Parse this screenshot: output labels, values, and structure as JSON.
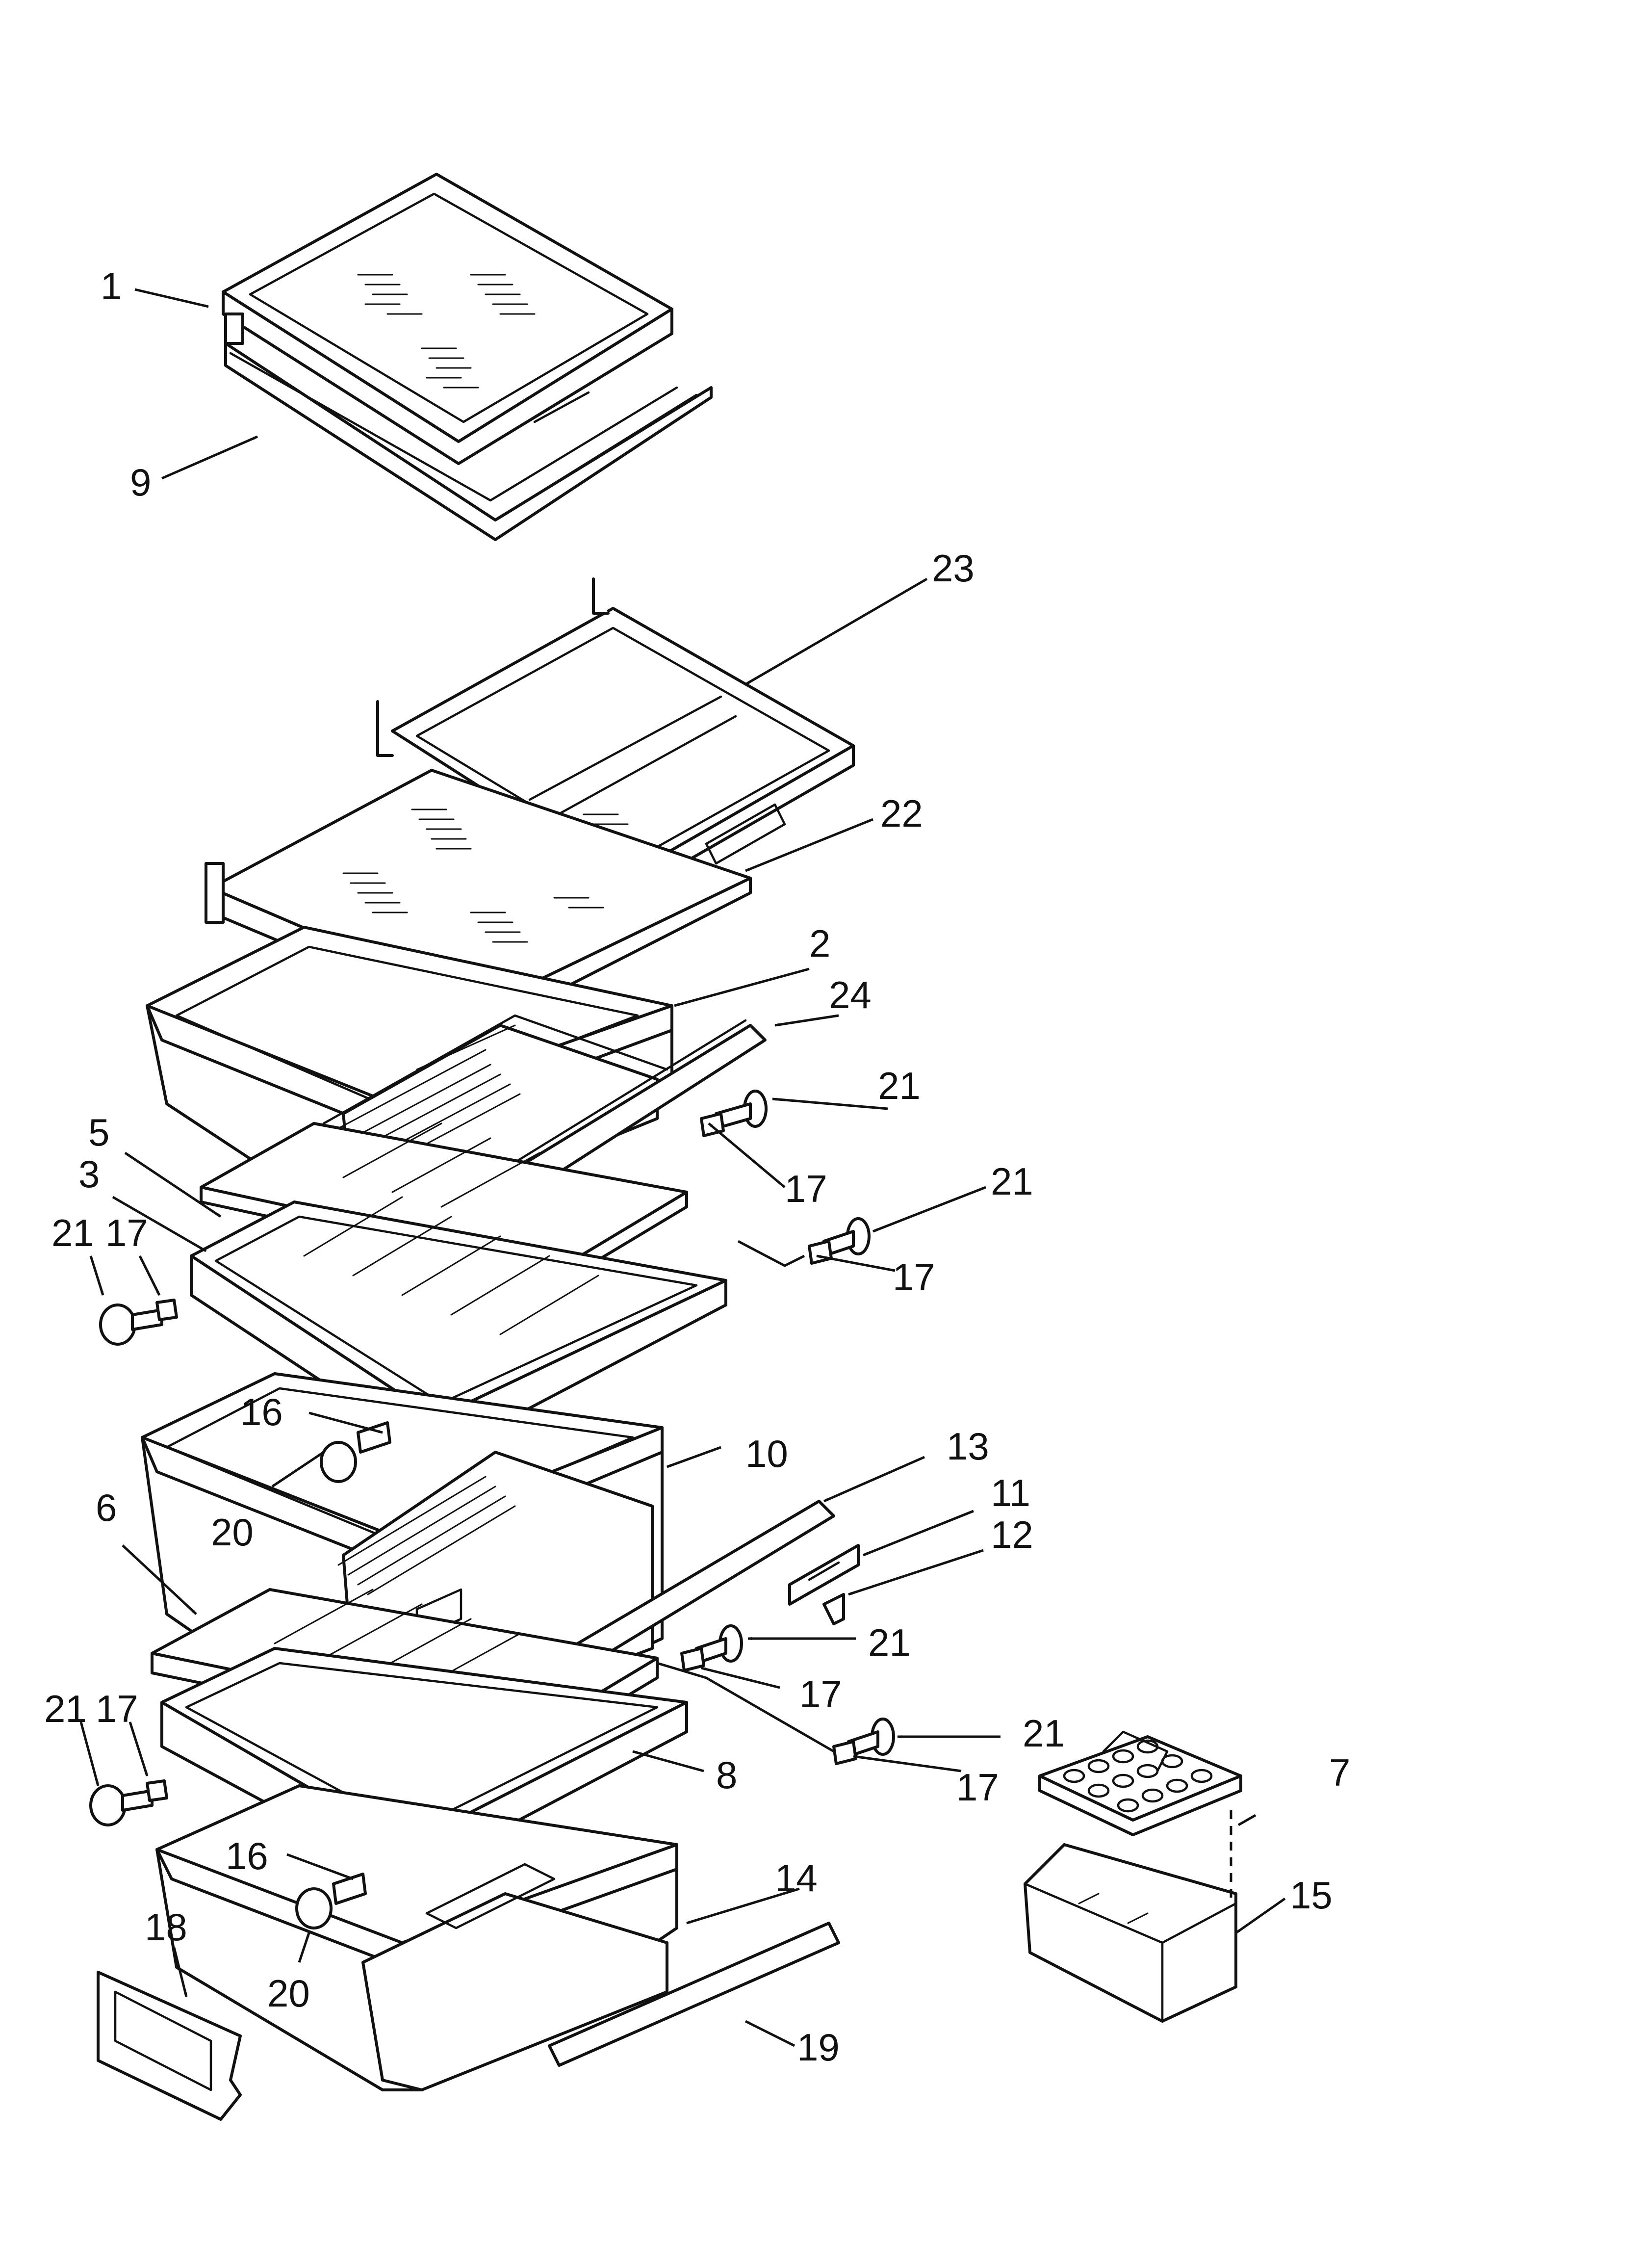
{
  "callouts": {
    "c1": "1",
    "c9": "9",
    "c23": "23",
    "c22": "22",
    "c2": "2",
    "c24": "24",
    "c21a": "21",
    "c5": "5",
    "c3": "3",
    "c17a": "17",
    "c21b": "21",
    "c21c": "21",
    "c17b": "17",
    "c17c": "17",
    "c16a": "16",
    "c10": "10",
    "c13": "13",
    "c11": "11",
    "c20a": "20",
    "c6": "6",
    "c12": "12",
    "c21d": "21",
    "c17d": "17",
    "c21e": "21",
    "c21f": "21",
    "c17e": "17",
    "c8": "8",
    "c17f": "17",
    "c7": "7",
    "c16b": "16",
    "c14": "14",
    "c18": "18",
    "c15": "15",
    "c20b": "20",
    "c19": "19"
  },
  "colors": {
    "line": "#111111",
    "background": "#ffffff"
  }
}
